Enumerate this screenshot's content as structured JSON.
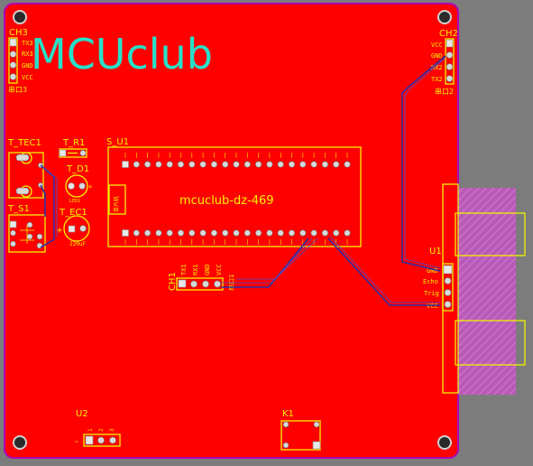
{
  "colors": {
    "board": "#ff0000",
    "background": "#7c7c7c",
    "board_edge": "#b000b0",
    "silkscreen": "#f2f200",
    "logo": "#27e0c8",
    "trace": "#2b2fa8",
    "keepout_hatch": "#c040c0"
  },
  "logo": {
    "text": "MCUclub"
  },
  "ch3": {
    "designator": "CH3",
    "pins": [
      "TX3",
      "RX3",
      "GND",
      "VCC"
    ],
    "label": "串口3"
  },
  "ch2": {
    "designator": "CH2",
    "pins": [
      "VCC",
      "GND",
      "RX2",
      "TX2"
    ],
    "label": "串口2"
  },
  "ch1": {
    "designator": "CH1",
    "pins": [
      "TX1",
      "RX1",
      "GND",
      "VCC"
    ],
    "label": "串口1"
  },
  "t_tec1": {
    "designator": "T_TEC1"
  },
  "t_r1": {
    "designator": "T_R1"
  },
  "t_d1": {
    "designator": "T_D1"
  },
  "t_s1": {
    "designator": "T_S1"
  },
  "t_ec1": {
    "designator": "T_EC1",
    "value": "220uF",
    "plus": "+"
  },
  "s_u1": {
    "designator": "S_U1",
    "title": "mcuclub-dz-469",
    "side_label": "单片机"
  },
  "u1": {
    "designator": "U1",
    "pins": [
      "GND",
      "Echo",
      "Trig",
      "VCC"
    ]
  },
  "u2": {
    "designator": "U2",
    "pin_nums": [
      "1",
      "2",
      "3"
    ],
    "minus": "-"
  },
  "k1": {
    "designator": "K1"
  }
}
